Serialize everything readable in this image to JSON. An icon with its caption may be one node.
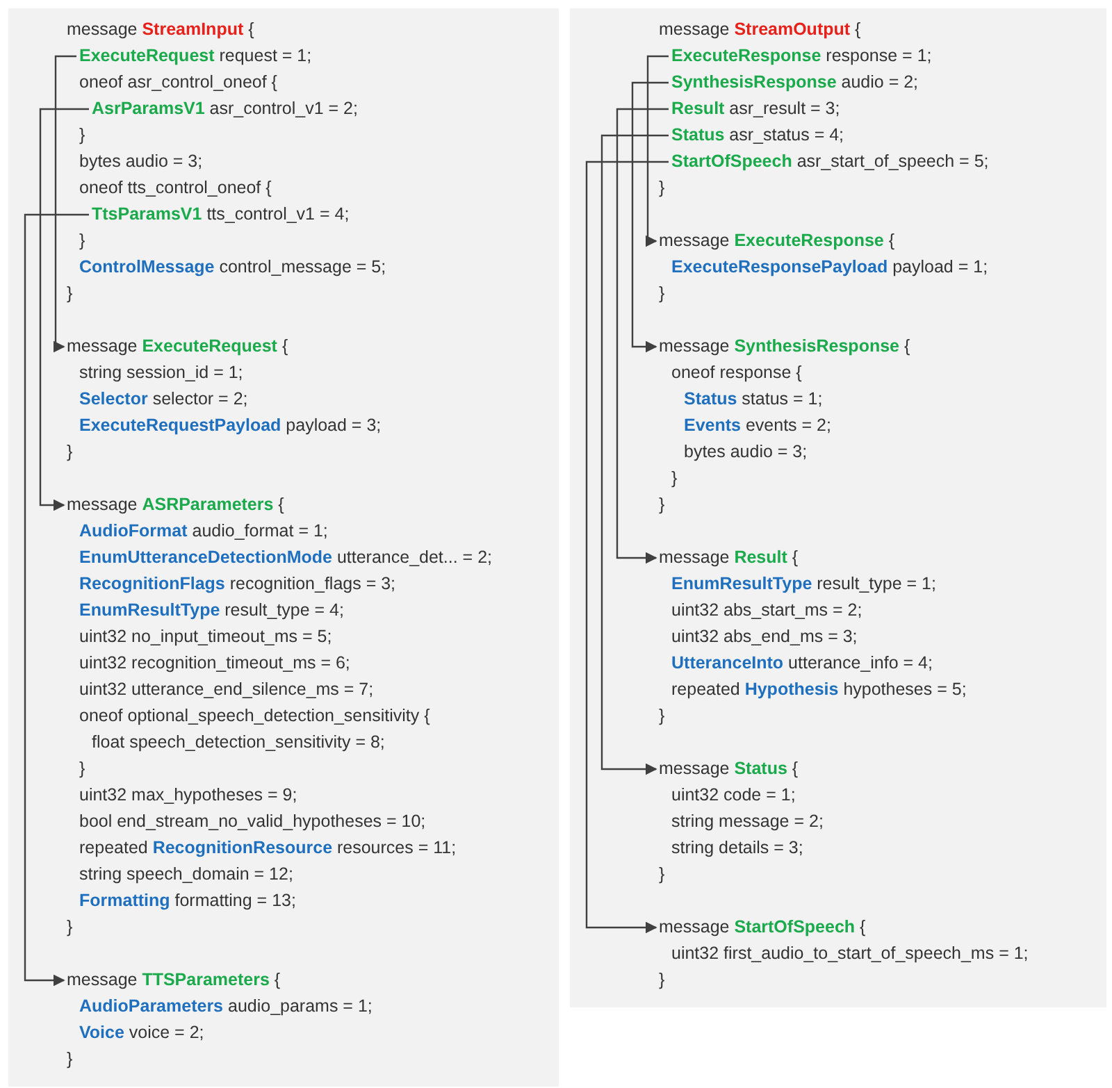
{
  "diagram": {
    "nodes": [
      {
        "text": [],
        "shape": "box"
      },
      {
        "text": [
          "message **StreamInput** {",
          "oneof asr_control_oneof {",
          "}",
          "bytes audio = 3;",
          "oneof tts_control_oneof {",
          "}",
          "**ControlMessage** control_message = 5;",
          "}"
        ],
        "in": 0
      },
      {
        "text": [
          "**ExecuteRequest** request = 1;"
        ],
        "in": 1
      },
      {
        "text": [
          "**AsrParamsV1** asr_control_v1 = 2;"
        ],
        "in": 1
      },
      {
        "text": [
          "**TtsParamsV1** tts_control_v1 = 4;"
        ],
        "in": 1
      },
      {
        "text": [
          "message **ExecuteRequest** {",
          "string session_id = 1;",
          "**Selector** selector = 2;",
          "**ExecuteRequestPayload** payload = 3;",
          "}"
        ],
        "in": 0
      },
      {
        "text": [
          "message **ASRParameters** {",
          "**AudioFormat** audio_format = 1;",
          "**EnumUtteranceDetectionMode** utterance_det... = 2;",
          "**RecognitionFlags** recognition_flags = 3;",
          "**EnumResultType** result_type = 4;",
          "uint32 no_input_timeout_ms = 5;",
          "uint32 recognition_timeout_ms = 6;",
          "uint32 utterance_end_silence_ms = 7;",
          "oneof optional_speech_detection_sensitivity {",
          "float speech_detection_sensitivity = 8;",
          "}",
          "uint32 max_hypotheses = 9;",
          "bool end_stream_no_valid_hypotheses = 10;",
          "repeated **RecognitionResource** resources = 11;",
          "string speech_domain = 12;",
          "**Formatting** formatting = 13;",
          "}"
        ],
        "in": 0
      },
      {
        "text": [
          "message **TTSParameters** {",
          "**AudioParameters** audio_params = 1;",
          "**Voice** voice = 2;",
          "}"
        ],
        "in": 0
      },
      {
        "text": [],
        "shape": "box"
      },
      {
        "text": [
          "message **StreamOutput** {",
          "}"
        ],
        "in": 8
      },
      {
        "text": [
          "**ExecuteResponse** response = 1;"
        ],
        "in": 9
      },
      {
        "text": [
          "**SynthesisResponse** audio = 2;"
        ],
        "in": 9
      },
      {
        "text": [
          "**Result** asr_result = 3;"
        ],
        "in": 9
      },
      {
        "text": [
          "**Status** asr_status = 4;"
        ],
        "in": 9
      },
      {
        "text": [
          "**StartOfSpeech** asr_start_of_speech = 5;"
        ],
        "in": 9
      },
      {
        "text": [
          "message **ExecuteResponse** {",
          "**ExecuteResponsePayload** payload = 1;",
          "}"
        ],
        "in": 8
      },
      {
        "text": [
          "message **SynthesisResponse** {",
          "oneof response {",
          "**Status** status = 1;",
          "**Events** events = 2;",
          "bytes audio = 3;",
          "}",
          "}"
        ],
        "in": 8
      },
      {
        "text": [
          "message **Result** {",
          "**EnumResultType** result_type = 1;",
          "uint32 abs_start_ms = 2;",
          "uint32 abs_end_ms = 3;",
          "**UtteranceInto** utterance_info = 4;",
          "repeated **Hypothesis** hypotheses = 5;",
          "}"
        ],
        "in": 8
      },
      {
        "text": [
          "message **Status** {",
          "uint32 code = 1;",
          "string message = 2;",
          "string details = 3;",
          "}"
        ],
        "in": 8
      },
      {
        "text": [
          "message **StartOfSpeech** {",
          "uint32 first_audio_to_start_of_speech_ms = 1;",
          "}"
        ],
        "in": 8
      }
    ],
    "edges": [
      {
        "from": 2,
        "to": 5,
        "arrow": "to"
      },
      {
        "from": 3,
        "to": 6,
        "arrow": "to"
      },
      {
        "from": 4,
        "to": 7,
        "arrow": "to"
      },
      {
        "from": 10,
        "to": 15,
        "arrow": "to"
      },
      {
        "from": 11,
        "to": 16,
        "arrow": "to"
      },
      {
        "from": 12,
        "to": 17,
        "arrow": "to"
      },
      {
        "from": 13,
        "to": 18,
        "arrow": "to"
      },
      {
        "from": 14,
        "to": 19,
        "arrow": "to"
      }
    ]
  }
}
